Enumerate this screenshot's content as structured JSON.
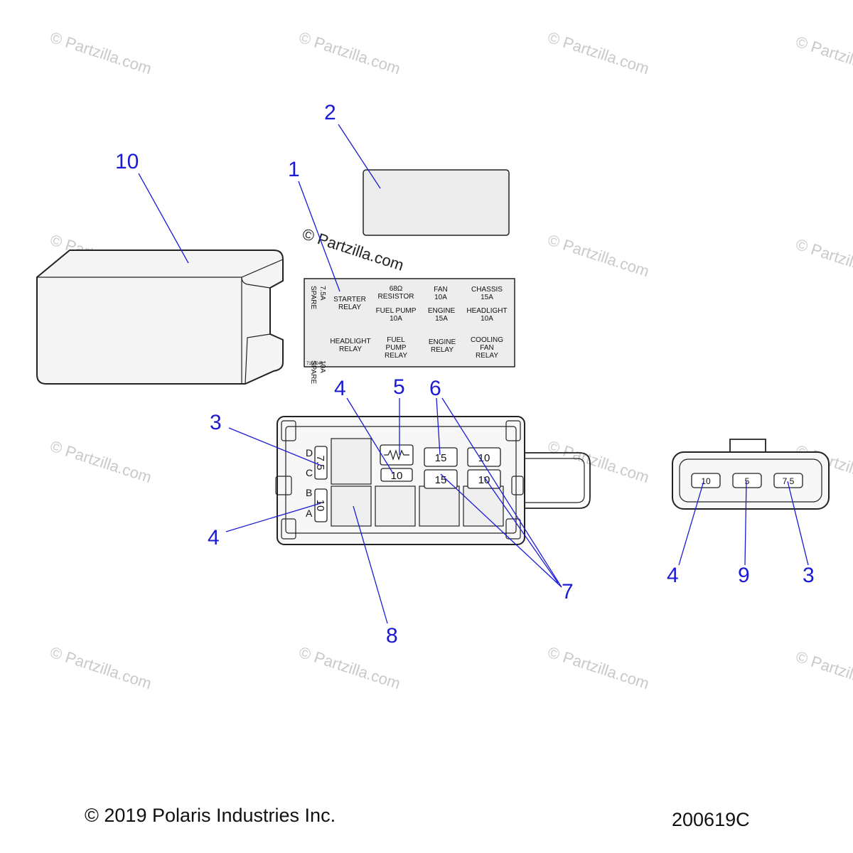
{
  "watermark": "© Partzilla.com",
  "callouts": {
    "c10": "10",
    "c2": "2",
    "c1": "1",
    "c4_top": "4",
    "c5": "5",
    "c6": "6",
    "c3_left": "3",
    "c4_left": "4",
    "c8": "8",
    "c7": "7",
    "c4_right": "4",
    "c9": "9",
    "c3_right": "3"
  },
  "decal": {
    "spare_75": "7.5A",
    "spare_75_word": "SPARE",
    "spare_10": "10A",
    "spare_10_word": "SPARE",
    "starter_relay": [
      "STARTER",
      "RELAY"
    ],
    "resistor": [
      "68Ω",
      "RESISTOR"
    ],
    "fan": [
      "FAN",
      "10A"
    ],
    "chassis": [
      "CHASSIS",
      "15A"
    ],
    "fuel_pump": [
      "FUEL  PUMP",
      "10A"
    ],
    "engine": [
      "ENGINE",
      "15A"
    ],
    "headlight": [
      "HEADLIGHT",
      "10A"
    ],
    "headlight_relay": [
      "HEADLIGHT",
      "RELAY"
    ],
    "fuel_pump_relay": [
      "FUEL",
      "PUMP",
      "RELAY"
    ],
    "engine_relay": [
      "ENGINE",
      "RELAY"
    ],
    "cooling_fan_relay": [
      "COOLING",
      "FAN",
      "RELAY"
    ],
    "part_no": "7158244"
  },
  "fusebox": {
    "slot_labels": [
      "D",
      "C",
      "B",
      "A"
    ],
    "left_fuses": [
      "7.5",
      "10"
    ],
    "fuses": [
      "10",
      "15",
      "10",
      "15",
      "10"
    ]
  },
  "connector_fuses": [
    "10",
    "5",
    "7.5"
  ],
  "footer": {
    "copyright": "© 2019 Polaris Industries Inc.",
    "code": "200619C"
  }
}
